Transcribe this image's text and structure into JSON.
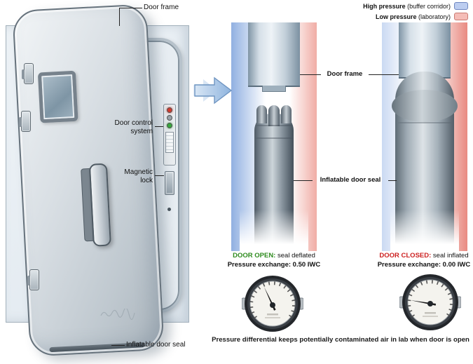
{
  "legend": {
    "high_bold": "High pressure",
    "high_rest": " (buffer corridor)",
    "low_bold": "Low pressure",
    "low_rest": " (laboratory)"
  },
  "door_labels": {
    "door_frame": "Door frame",
    "door_control_line1": "Door control",
    "door_control_line2": "system",
    "magnetic_line1": "Magnetic",
    "magnetic_line2": "lock",
    "inflatable_seal": "Inflatable door seal"
  },
  "section_labels": {
    "door_frame": "Door frame",
    "inflatable_seal": "Inflatable door seal"
  },
  "status_open": {
    "title": "DOOR OPEN:",
    "subtitle": " seal deflated",
    "pressure": "Pressure exchange: 0.50 IWC"
  },
  "status_closed": {
    "title": "DOOR CLOSED:",
    "subtitle": " seal inflated",
    "pressure": "Pressure exchange: 0.00 IWC"
  },
  "caption": "Pressure differential keeps potentially contaminated air in lab when door is open",
  "colors": {
    "high_pressure": "#bccdf0",
    "low_pressure": "#f5bdb7",
    "door_open_green": "#2e8b1e",
    "door_closed_red": "#cc2020"
  }
}
